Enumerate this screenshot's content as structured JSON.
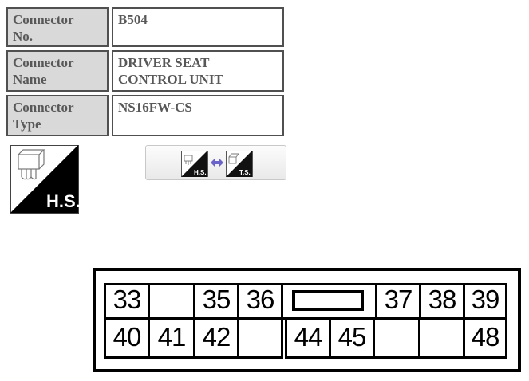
{
  "info_table": {
    "rows": [
      {
        "label": "Connector\nNo.",
        "value": "B504"
      },
      {
        "label": "Connector\nName",
        "value": "DRIVER SEAT\nCONTROL UNIT"
      },
      {
        "label": "Connector\nType",
        "value": "NS16FW-CS"
      }
    ]
  },
  "harness_icon": {
    "icon": "harness-side-connector-icon",
    "text": "H.S."
  },
  "view_toggle": {
    "left_icon": "harness-side-icon",
    "left_text": "H.S.",
    "swap_icon": "double-arrow-icon",
    "right_icon": "terminal-side-icon",
    "right_text": "T.S."
  },
  "connector_face": {
    "top_row": [
      "33",
      "",
      "35",
      "36",
      "37",
      "38",
      "39"
    ],
    "bottom_row": [
      "40",
      "41",
      "42",
      "",
      "44",
      "45",
      "",
      "",
      "48"
    ]
  }
}
